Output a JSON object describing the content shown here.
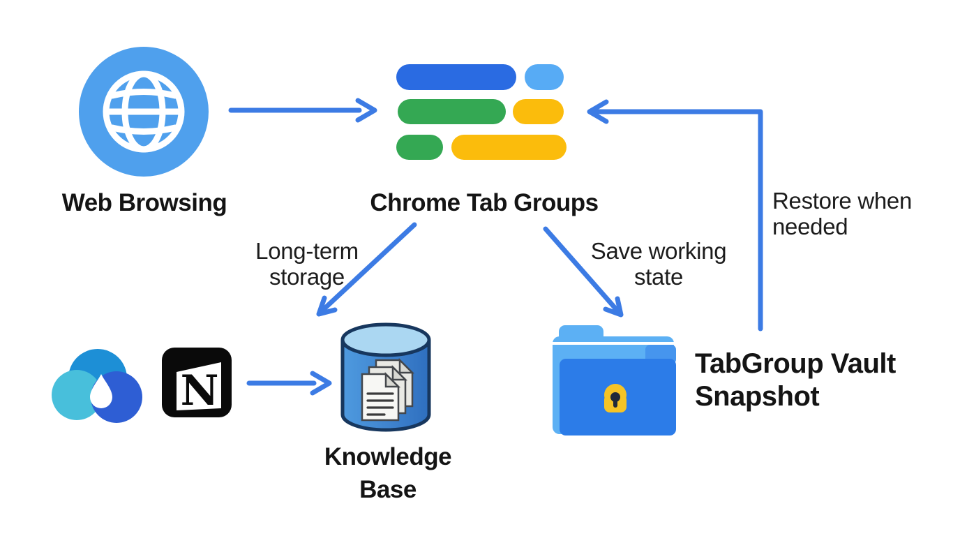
{
  "title": "Chrome Tab Groups workflow diagram",
  "colors": {
    "arrow": "#3C7BE4",
    "text": "#141414",
    "globe_bg": "#4FA0ED",
    "globe_lines": "#FFFFFF",
    "chrome_blue": "#2A6BE2",
    "chrome_light_blue": "#57ABF5",
    "chrome_green": "#34A853",
    "chrome_yellow": "#FBBC0C",
    "db_outline": "#17375E",
    "db_top": "#ABD7F2",
    "db_body_light": "#4E9ADF",
    "db_body_dark": "#2E6FBF",
    "page_fill": "#F7F7F4",
    "page_back_fill": "#E9E9E4",
    "page_stroke": "#44474B",
    "folder_back": "#5CB0F4",
    "folder_front": "#2C7CE8",
    "folder_tab": "#4695EE",
    "lock_yellow": "#F6C426",
    "lock_keyhole": "#20293A",
    "cloud_top": "#1D8FD6",
    "cloud_left": "#48BFDB",
    "cloud_right": "#2E5ED4",
    "cloud_drop": "#FFFFFF",
    "notion_black": "#0A0A0A",
    "notion_face": "#FFFFFF"
  },
  "nodes": {
    "web_browsing": {
      "label": "Web Browsing",
      "icon": "globe-icon"
    },
    "chrome_tab_groups": {
      "label": "Chrome Tab Groups",
      "icon": "tab-groups-icon"
    },
    "knowledge_base": {
      "line1": "Knowledge",
      "line2": "Base",
      "icon": "database-icon"
    },
    "tabgroup_vault": {
      "line1": "TabGroup Vault",
      "line2": "Snapshot",
      "icon": "vault-folder-icon"
    },
    "notion": {
      "letter": "N",
      "icon": "notion-icon"
    },
    "cloud": {
      "icon": "cloud-storage-icon"
    }
  },
  "edges": {
    "browse_to_chrome": {
      "from": "web_browsing",
      "to": "chrome_tab_groups"
    },
    "long_term": {
      "line1": "Long-term",
      "line2": "storage",
      "from": "chrome_tab_groups",
      "to": "knowledge_base"
    },
    "save_state": {
      "line1": "Save working",
      "line2": "state",
      "from": "chrome_tab_groups",
      "to": "tabgroup_vault"
    },
    "restore": {
      "line1": "Restore when",
      "line2": "needed",
      "from": "tabgroup_vault",
      "to": "chrome_tab_groups"
    },
    "sources_to_kb": {
      "from": "notion",
      "to": "knowledge_base"
    }
  }
}
